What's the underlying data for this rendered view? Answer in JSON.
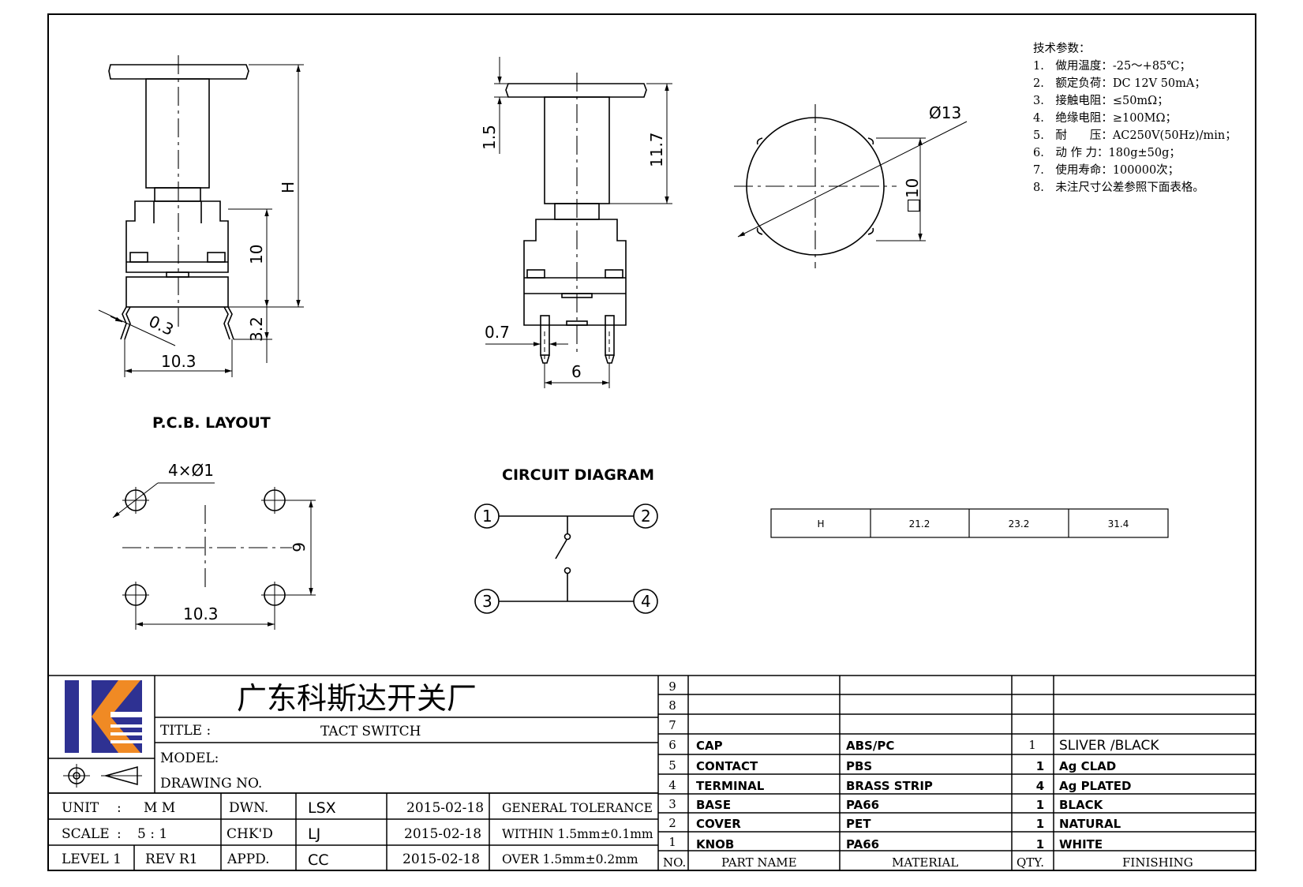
{
  "drawing": {
    "side_view_dims": {
      "h": "H",
      "ten": "10",
      "thickness": "0.3",
      "pin": "3.2",
      "width": "10.3"
    },
    "front_view_dims": {
      "cap": "1.5",
      "height": "11.7",
      "pin_w": "0.7",
      "pitch": "6"
    },
    "top_view_dims": {
      "dia": "Ø13",
      "square": "□10"
    },
    "pcb": {
      "title": "P.C.B. LAYOUT",
      "holes": "4×Ø1",
      "v": "6",
      "h": "10.3"
    },
    "circuit": {
      "title": "CIRCUIT DIAGRAM",
      "p1": "1",
      "p2": "2",
      "p3": "3",
      "p4": "4"
    }
  },
  "specs": {
    "heading": "技术参数：",
    "items": [
      "1.　做用温度：-25～+85℃；",
      "2.　额定负荷：DC 12V 50mA；",
      "3.　接触电阻：≤50mΩ；",
      "4.　绝缘电阻：≥100MΩ；",
      "5.　耐　　压：AC250V(50Hz)/min；",
      "6.　动 作 力：180g±50g；",
      "7.　使用寿命：100000次；",
      "8.　未注尺寸公差参照下面表格。"
    ]
  },
  "h_table": {
    "cells": [
      "H",
      "21.2",
      "23.2",
      "31.4"
    ]
  },
  "title_block": {
    "company": "广东科斯达开关厂",
    "title_label": "TITLE :",
    "title_value": "TACT SWITCH",
    "model_label": "MODEL:",
    "drawing_no_label": "DRAWING NO.",
    "unit_label": "UNIT",
    "unit_colon": ":",
    "unit_value": "M M",
    "scale_label": "SCALE",
    "scale_colon": ":",
    "scale_value": "5 : 1",
    "level": "LEVEL 1",
    "rev": "REV  R1",
    "dwn": "DWN.",
    "chk": "CHK'D",
    "appd": "APPD.",
    "dwn_name": "LSX",
    "chk_name": "LJ",
    "appd_name": "CC",
    "date1": "2015-02-18",
    "date2": "2015-02-18",
    "date3": "2015-02-18",
    "gen_tol": "GENERAL TOLERANCE",
    "within": "WITHIN  1.5mm±0.1mm",
    "over": "OVER   1.5mm±0.2mm"
  },
  "parts": {
    "header": {
      "no": "NO.",
      "name": "PART   NAME",
      "material": "MATERIAL",
      "qty": "QTY.",
      "finishing": "FINISHING"
    },
    "rows": [
      {
        "no": "9",
        "name": "",
        "material": "",
        "qty": "",
        "finishing": ""
      },
      {
        "no": "8",
        "name": "",
        "material": "",
        "qty": "",
        "finishing": ""
      },
      {
        "no": "7",
        "name": "",
        "material": "",
        "qty": "",
        "finishing": ""
      },
      {
        "no": "6",
        "name": "CAP",
        "material": "ABS/PC",
        "qty": "1",
        "finishing": "SLIVER /BLACK"
      },
      {
        "no": "5",
        "name": "CONTACT",
        "material": "PBS",
        "qty": "1",
        "finishing": "Ag CLAD"
      },
      {
        "no": "4",
        "name": "TERMINAL",
        "material": "BRASS STRIP",
        "qty": "4",
        "finishing": "Ag PLATED"
      },
      {
        "no": "3",
        "name": "BASE",
        "material": "PA66",
        "qty": "1",
        "finishing": "BLACK"
      },
      {
        "no": "2",
        "name": "COVER",
        "material": "PET",
        "qty": "1",
        "finishing": "NATURAL"
      },
      {
        "no": "1",
        "name": "KNOB",
        "material": "PA66",
        "qty": "1",
        "finishing": "WHITE"
      }
    ]
  },
  "colors": {
    "logo_blue": "#2e3192",
    "logo_orange": "#f08a24",
    "line": "#000000"
  }
}
